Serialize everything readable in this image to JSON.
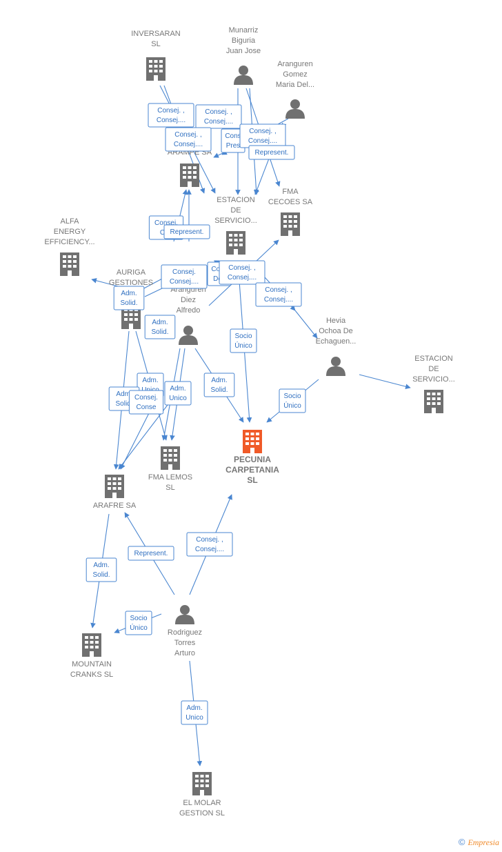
{
  "colors": {
    "edge": "#4a86d0",
    "node_gray": "#707070",
    "node_main": "#f05a28",
    "label": "#777777"
  },
  "nodes": [
    {
      "id": "inversaran",
      "type": "company",
      "lines": [
        "INVERSARAN",
        "SL"
      ]
    },
    {
      "id": "munarriz",
      "type": "person",
      "lines": [
        "Munarriz",
        "Biguria",
        "Juan Jose"
      ]
    },
    {
      "id": "aranguren_gomez",
      "type": "person",
      "lines": [
        "Aranguren",
        "Gomez",
        "Maria Del..."
      ]
    },
    {
      "id": "arampe",
      "type": "company",
      "lines": [
        "ARAMPE SA"
      ]
    },
    {
      "id": "estacion1",
      "type": "company",
      "lines": [
        "ESTACION",
        "DE",
        "SERVICIO..."
      ]
    },
    {
      "id": "fma_cecoes",
      "type": "company",
      "lines": [
        "FMA",
        "CECOES SA"
      ]
    },
    {
      "id": "alfa",
      "type": "company",
      "lines": [
        "ALFA",
        "ENERGY",
        "EFFICIENCY..."
      ]
    },
    {
      "id": "auriga",
      "type": "company",
      "lines": [
        "AURIGA",
        "GESTIONES"
      ]
    },
    {
      "id": "aranguren_diez",
      "type": "person",
      "lines": [
        "Aranguren",
        "Diez",
        "Alfredo"
      ]
    },
    {
      "id": "hevia",
      "type": "person",
      "lines": [
        "Hevia",
        "Ochoa De",
        "Echaguen..."
      ]
    },
    {
      "id": "estacion2",
      "type": "company",
      "lines": [
        "ESTACION",
        "DE",
        "SERVICIO..."
      ]
    },
    {
      "id": "pecunia",
      "type": "main",
      "lines": [
        "PECUNIA",
        "CARPETANIA",
        "SL"
      ]
    },
    {
      "id": "fma_lemos",
      "type": "company",
      "lines": [
        "FMA LEMOS",
        "SL"
      ]
    },
    {
      "id": "arafre",
      "type": "company",
      "lines": [
        "ARAFRE SA"
      ]
    },
    {
      "id": "rodriguez",
      "type": "person",
      "lines": [
        "Rodriguez",
        "Torres",
        "Arturo"
      ]
    },
    {
      "id": "mountain",
      "type": "company",
      "lines": [
        "MOUNTAIN",
        "CRANKS  SL"
      ]
    },
    {
      "id": "el_molar",
      "type": "company",
      "lines": [
        "EL MOLAR",
        "GESTION SL"
      ]
    }
  ],
  "edge_labels": [
    {
      "lines": [
        "Consej. ,",
        "Consej...."
      ]
    },
    {
      "lines": [
        "Consej. ,",
        "Consej...."
      ]
    },
    {
      "lines": [
        "Consej. ,",
        "Consej...."
      ]
    },
    {
      "lines": [
        "Cons",
        "Pres"
      ]
    },
    {
      "lines": [
        "Consej. ,",
        "Consej...."
      ]
    },
    {
      "lines": [
        "Represent."
      ]
    },
    {
      "lines": [
        "Consej.",
        "Con"
      ]
    },
    {
      "lines": [
        "Represent."
      ]
    },
    {
      "lines": [
        "Consej.",
        "Consej...."
      ]
    },
    {
      "lines": [
        "Cons",
        "Del."
      ]
    },
    {
      "lines": [
        "Consej. ,",
        "Consej...."
      ]
    },
    {
      "lines": [
        "Consej. ,",
        "Consej...."
      ]
    },
    {
      "lines": [
        "Adm.",
        "Solid."
      ]
    },
    {
      "lines": [
        "Adm.",
        "Solid."
      ]
    },
    {
      "lines": [
        "Socio",
        "Único"
      ]
    },
    {
      "lines": [
        "Adm.",
        "Unico"
      ]
    },
    {
      "lines": [
        "Adm.",
        "Solid."
      ]
    },
    {
      "lines": [
        "Socio",
        "Único"
      ]
    },
    {
      "lines": [
        "Adm.",
        "Unico"
      ]
    },
    {
      "lines": [
        "Adm.",
        "Solid."
      ]
    },
    {
      "lines": [
        "Consej.",
        "Conse"
      ]
    },
    {
      "lines": [
        "Represent."
      ]
    },
    {
      "lines": [
        "Consej. ,",
        "Consej...."
      ]
    },
    {
      "lines": [
        "Adm.",
        "Solid."
      ]
    },
    {
      "lines": [
        "Socio",
        "Único"
      ]
    },
    {
      "lines": [
        "Adm.",
        "Unico"
      ]
    },
    {
      "lines": [
        "Adm.",
        "Unico"
      ]
    }
  ],
  "watermark": {
    "copyright": "©",
    "brand": "Empresia"
  }
}
